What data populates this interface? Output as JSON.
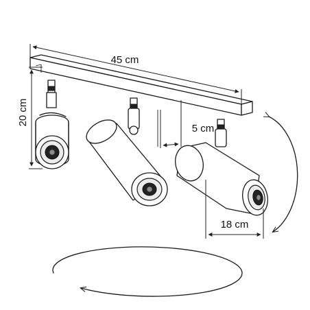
{
  "dimensions": {
    "length": "45 cm",
    "height": "20 cm",
    "offset": "5 cm",
    "lamp_length": "18 cm"
  },
  "rotation_icons": [
    "rotate-vertical-arrow-icon",
    "rotate-horizontal-arrow-icon"
  ]
}
